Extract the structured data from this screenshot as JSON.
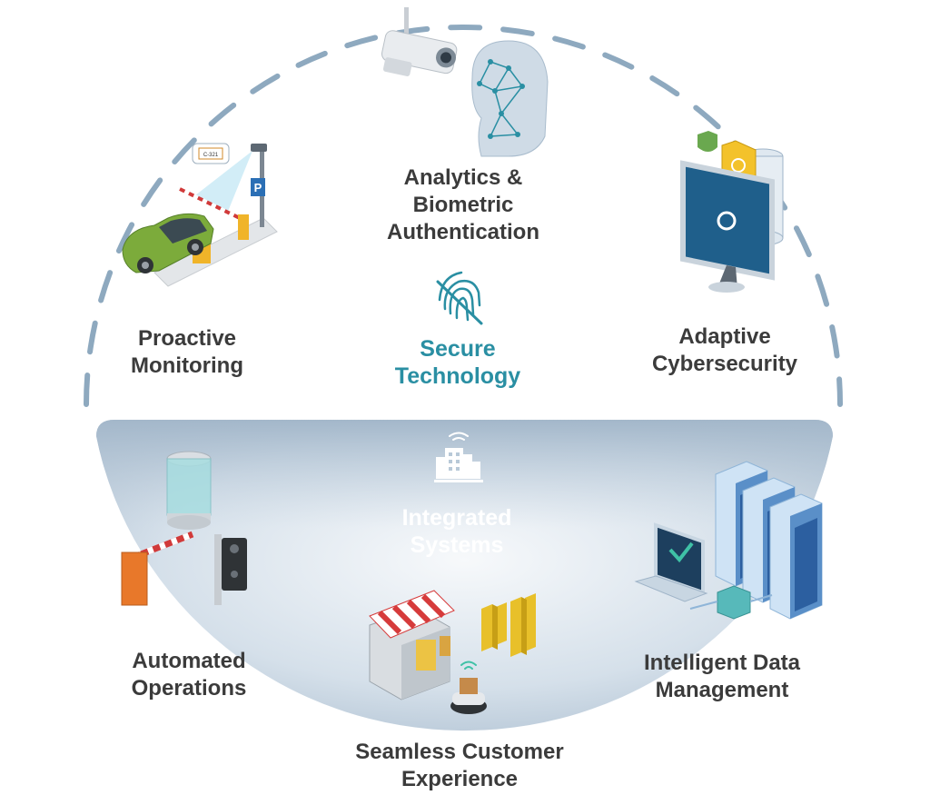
{
  "diagram": {
    "top_section": {
      "center_title": [
        "Secure",
        "Technology"
      ],
      "items": [
        {
          "id": "analytics",
          "label": [
            "Analytics &",
            "Biometric",
            "Authentication"
          ],
          "icon": "face-scan-and-camera-icon"
        },
        {
          "id": "proactive",
          "label": [
            "Proactive",
            "Monitoring"
          ],
          "icon": "parking-gate-car-icon"
        },
        {
          "id": "adaptive",
          "label": [
            "Adaptive",
            "Cybersecurity"
          ],
          "icon": "monitor-security-icon"
        }
      ],
      "center_icon": "fingerprint-icon"
    },
    "bottom_section": {
      "center_title": [
        "Integrated",
        "Systems"
      ],
      "center_icon": "smart-building-icon",
      "items": [
        {
          "id": "automated",
          "label": [
            "Automated",
            "Operations"
          ],
          "icon": "barrier-turnstile-lock-icon"
        },
        {
          "id": "intelligent",
          "label": [
            "Intelligent Data",
            "Management"
          ],
          "icon": "servers-laptop-icon"
        },
        {
          "id": "seamless",
          "label": [
            "Seamless Customer",
            "Experience"
          ],
          "icon": "storefront-robot-icon"
        }
      ]
    },
    "colors": {
      "teal": "#2a8fa3",
      "dashed_ring": "#8ea9bf",
      "bowl_gradient_light": "#f4f7fa",
      "bowl_gradient_dark": "#9fb4c8",
      "label_text": "#3b3b3b"
    },
    "sign_text": "C-321",
    "parking_letter": "P"
  }
}
